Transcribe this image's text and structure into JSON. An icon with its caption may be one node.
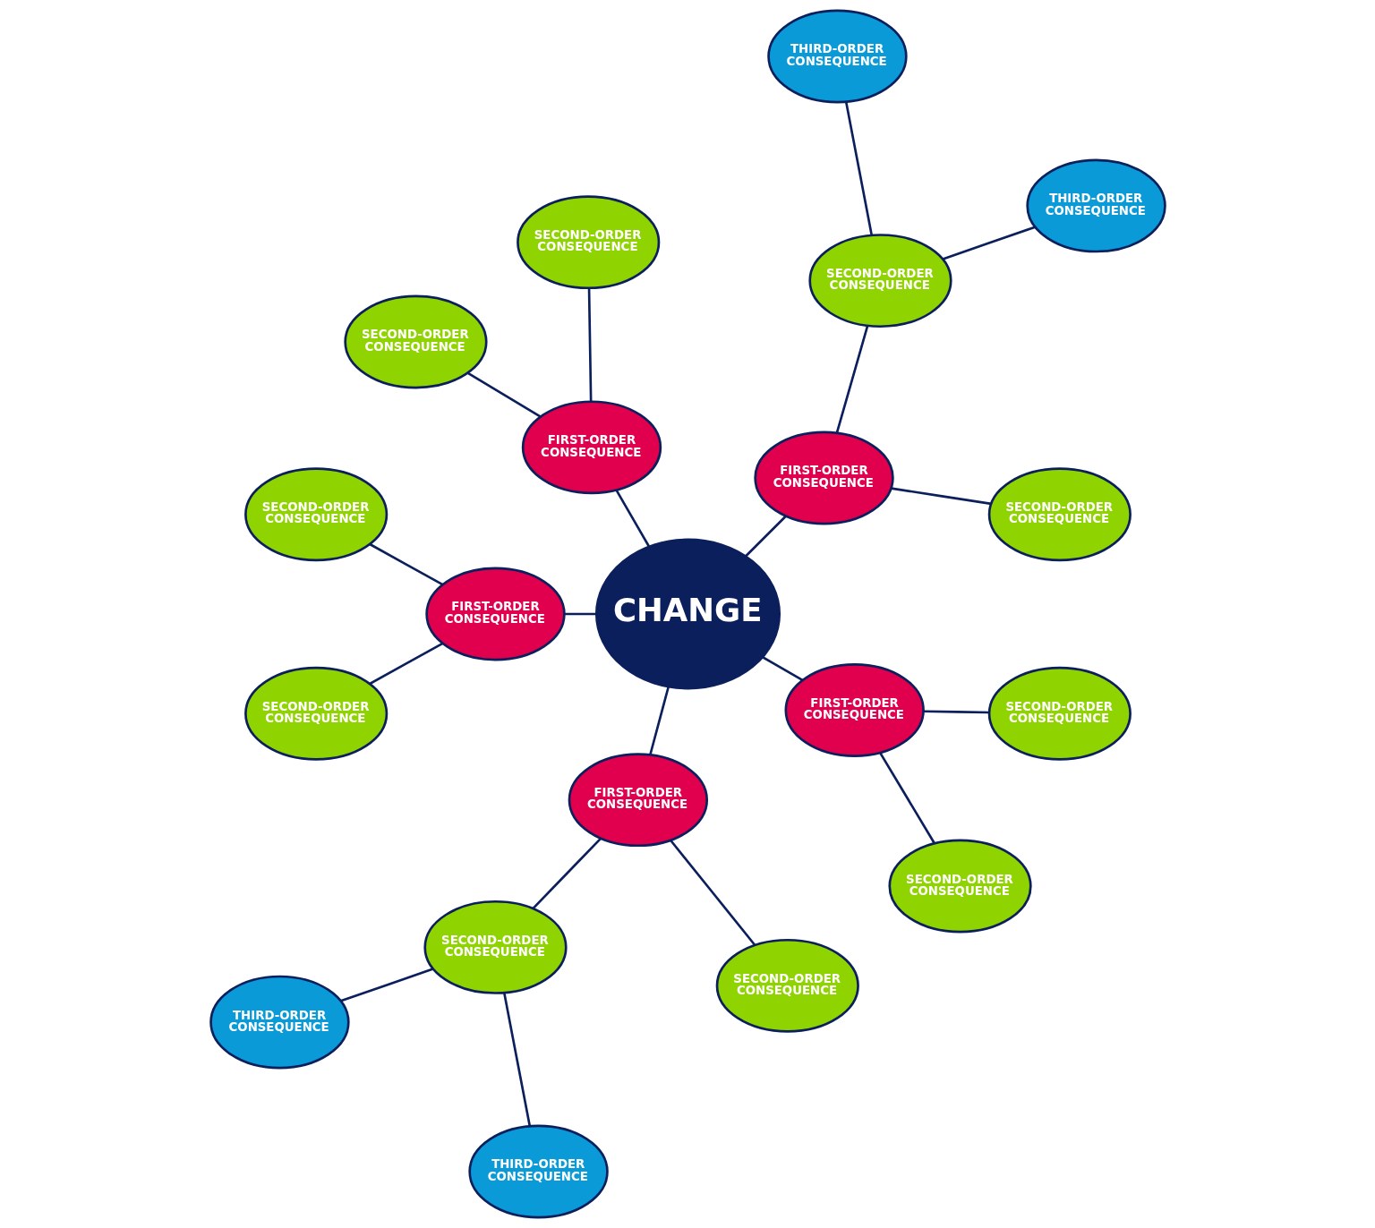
{
  "diagram": {
    "nodes": [
      {
        "text": [
          "THIRD-ORDER CONSEQUENCE"
        ]
      },
      {
        "text": [
          "THIRD-ORDER CONSEQUENCE"
        ]
      },
      {
        "text": [
          "SECOND-ORDER CONSEQUENCE"
        ]
      },
      {
        "text": [
          "SECOND-ORDER CONSEQUENCE"
        ]
      },
      {
        "text": [
          "FIRST-ORDER CONSEQUENCE"
        ]
      },
      {
        "text": [
          "SECOND-ORDER CONSEQUENCE"
        ]
      },
      {
        "text": [
          "SECOND-ORDER CONSEQUENCE"
        ]
      },
      {
        "text": [
          "FIRST-ORDER CONSEQUENCE"
        ]
      },
      {
        "text": [
          "FIRST-ORDER CONSEQUENCE"
        ]
      },
      {
        "text": [
          "SECOND-ORDER CONSEQUENCE"
        ]
      },
      {
        "text": [
          "CHANGE"
        ]
      },
      {
        "text": [
          "SECOND-ORDER CONSEQUENCE"
        ]
      },
      {
        "text": [
          "FIRST-ORDER CONSEQUENCE"
        ]
      },
      {
        "text": [
          "FIRST-ORDER CONSEQUENCE"
        ]
      },
      {
        "text": [
          "THIRD-ORDER CONSEQUENCE"
        ]
      },
      {
        "text": [
          "SECOND-ORDER CONSEQUENCE"
        ]
      },
      {
        "text": [
          "SECOND-ORDER CONSEQUENCE"
        ]
      },
      {
        "text": [
          "SECOND-ORDER CONSEQUENCE"
        ]
      },
      {
        "text": [
          "SECOND-ORDER CONSEQUENCE"
        ]
      },
      {
        "text": [
          "THIRD-ORDER CONSEQUENCE"
        ]
      }
    ],
    "edges": [
      {
        "from": 10,
        "to": 4,
        "arrow": "none"
      },
      {
        "from": 10,
        "to": 7,
        "arrow": "none"
      },
      {
        "from": 10,
        "to": 8,
        "arrow": "none"
      },
      {
        "from": 10,
        "to": 12,
        "arrow": "none"
      },
      {
        "from": 10,
        "to": 13,
        "arrow": "none"
      },
      {
        "from": 4,
        "to": 2,
        "arrow": "none"
      },
      {
        "from": 4,
        "to": 3,
        "arrow": "none"
      },
      {
        "from": 3,
        "to": 0,
        "arrow": "none"
      },
      {
        "from": 3,
        "to": 1,
        "arrow": "none"
      },
      {
        "from": 7,
        "to": 5,
        "arrow": "none"
      },
      {
        "from": 7,
        "to": 9,
        "arrow": "none"
      },
      {
        "from": 8,
        "to": 6,
        "arrow": "none"
      },
      {
        "from": 8,
        "to": 11,
        "arrow": "none"
      },
      {
        "from": 12,
        "to": 15,
        "arrow": "none"
      },
      {
        "from": 12,
        "to": 17,
        "arrow": "none"
      },
      {
        "from": 15,
        "to": 14,
        "arrow": "none"
      },
      {
        "from": 15,
        "to": 19,
        "arrow": "none"
      },
      {
        "from": 13,
        "to": 16,
        "arrow": "none"
      },
      {
        "from": 13,
        "to": 18,
        "arrow": "none"
      }
    ]
  }
}
